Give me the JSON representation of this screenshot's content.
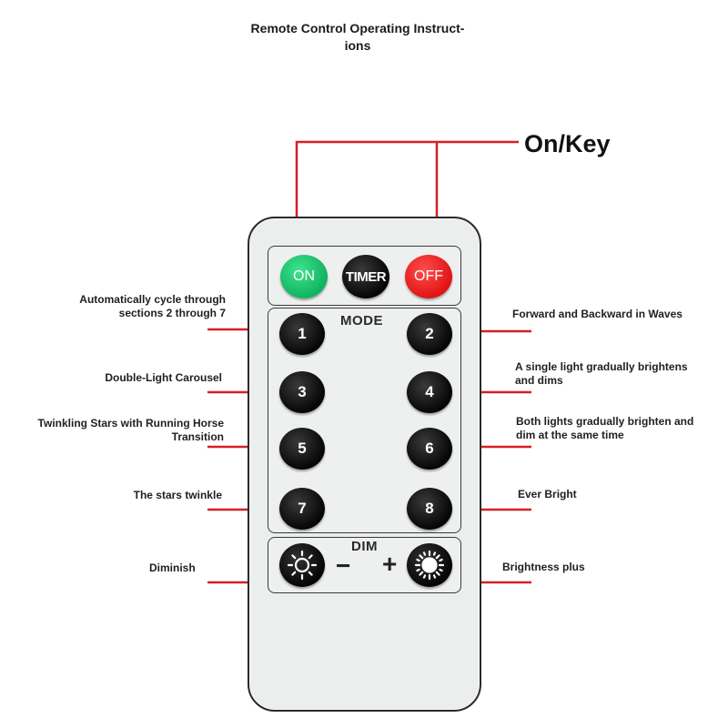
{
  "title": {
    "line1": "Remote Control Operating Instruct-",
    "line2": "ions"
  },
  "key_label": "On/Key",
  "remote": {
    "top_buttons": {
      "on": "ON",
      "timer": "TIMER",
      "off": "OFF"
    },
    "mode_label": "MODE",
    "mode_buttons": [
      "1",
      "2",
      "3",
      "4",
      "5",
      "6",
      "7",
      "8"
    ],
    "dim_label": "DIM",
    "minus": "−",
    "plus": "+"
  },
  "callouts": {
    "m1_line1": "Automatically cycle through",
    "m1_line2": "sections 2 through 7",
    "m2": "Forward and Backward in Waves",
    "m3": "Double-Light Carousel",
    "m4_line1": "A single light gradually brightens",
    "m4_line2": "and dims",
    "m5_line1": "Twinkling Stars with Running Horse",
    "m5_line2": "Transition",
    "m6_line1": "Both lights gradually brighten and",
    "m6_line2": "dim at the same time",
    "m7": "The stars twinkle",
    "m8": "Ever Bright",
    "dim_minus": "Diminish",
    "dim_plus": "Brightness plus"
  },
  "colors": {
    "callout_line": "#d61f26",
    "on_button": "#1fc46e",
    "off_button": "#f02424",
    "dark_button": "#0a0a0a"
  },
  "icons": {
    "dim_minus": "sun-outline-icon",
    "dim_plus": "sun-filled-icon"
  }
}
